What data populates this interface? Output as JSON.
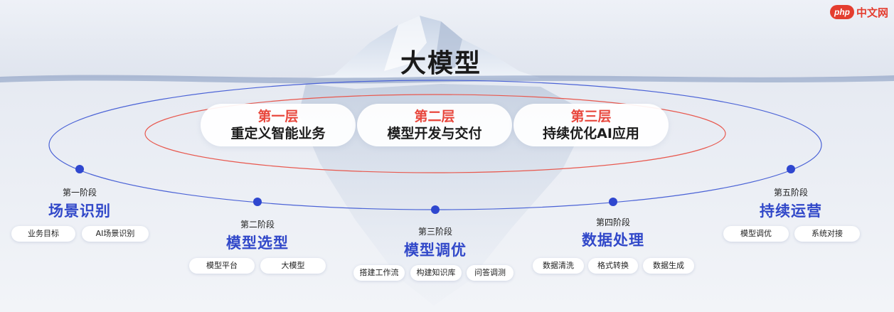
{
  "title": "大模型",
  "watermark": {
    "logo": "php",
    "text": "中文网"
  },
  "layers": [
    {
      "title": "第一层",
      "desc": "重定义智能业务"
    },
    {
      "title": "第二层",
      "desc": "模型开发与交付"
    },
    {
      "title": "第三层",
      "desc": "持续优化AI应用"
    }
  ],
  "stages": [
    {
      "label": "第一阶段",
      "title": "场景识别",
      "tags": [
        "业务目标",
        "AI场景识别"
      ]
    },
    {
      "label": "第二阶段",
      "title": "模型选型",
      "tags": [
        "模型平台",
        "大模型"
      ]
    },
    {
      "label": "第三阶段",
      "title": "模型调优",
      "tags": [
        "搭建工作流",
        "构建知识库",
        "问答调测"
      ]
    },
    {
      "label": "第四阶段",
      "title": "数据处理",
      "tags": [
        "数据清洗",
        "格式转换",
        "数据生成"
      ]
    },
    {
      "label": "第五阶段",
      "title": "持续运营",
      "tags": [
        "模型调优",
        "系统对接"
      ]
    }
  ],
  "colors": {
    "accent_red": "#e8483e",
    "accent_blue": "#3148c9",
    "title": "#1a1a1a"
  },
  "icons": [
    "iceberg-illustration",
    "stage-dot-icon"
  ]
}
